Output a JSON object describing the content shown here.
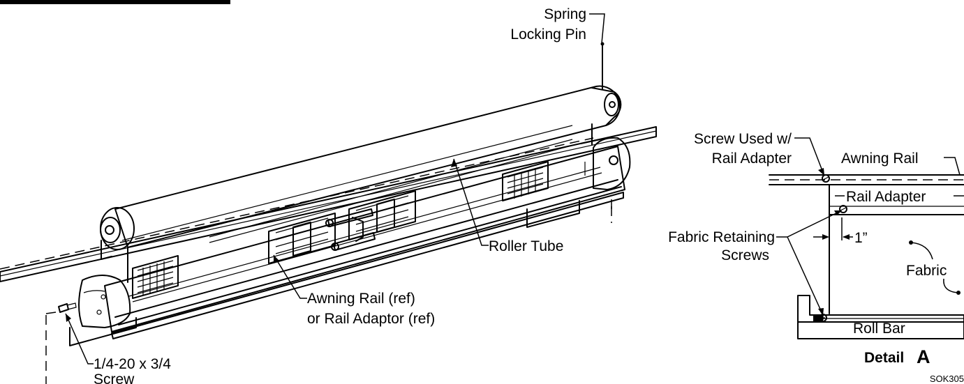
{
  "labels": {
    "spring_locking_pin": [
      "Spring",
      "Locking Pin"
    ],
    "roller_tube": "Roller Tube",
    "awning_rail_ref": [
      "Awning Rail (ref)",
      "or Rail Adaptor (ref)"
    ],
    "screw_spec": [
      "1/4-20 x 3/4",
      "Screw"
    ],
    "screw_used_rail_adapter": [
      "Screw Used w/",
      "Rail Adapter"
    ],
    "awning_rail": "Awning Rail",
    "rail_adapter": "Rail Adapter",
    "fabric_retaining_screws": [
      "Fabric Retaining",
      "Screws"
    ],
    "dimension_1in": "1”",
    "fabric": "Fabric",
    "roll_bar": "Roll Bar",
    "detail_word": "Detail",
    "detail_letter": "A",
    "drawing_code": "SOK305"
  },
  "colors": {
    "line": "#000000",
    "tube_fill": "#ffffff",
    "shading": "#e8e8e8",
    "background": "#ffffff"
  }
}
